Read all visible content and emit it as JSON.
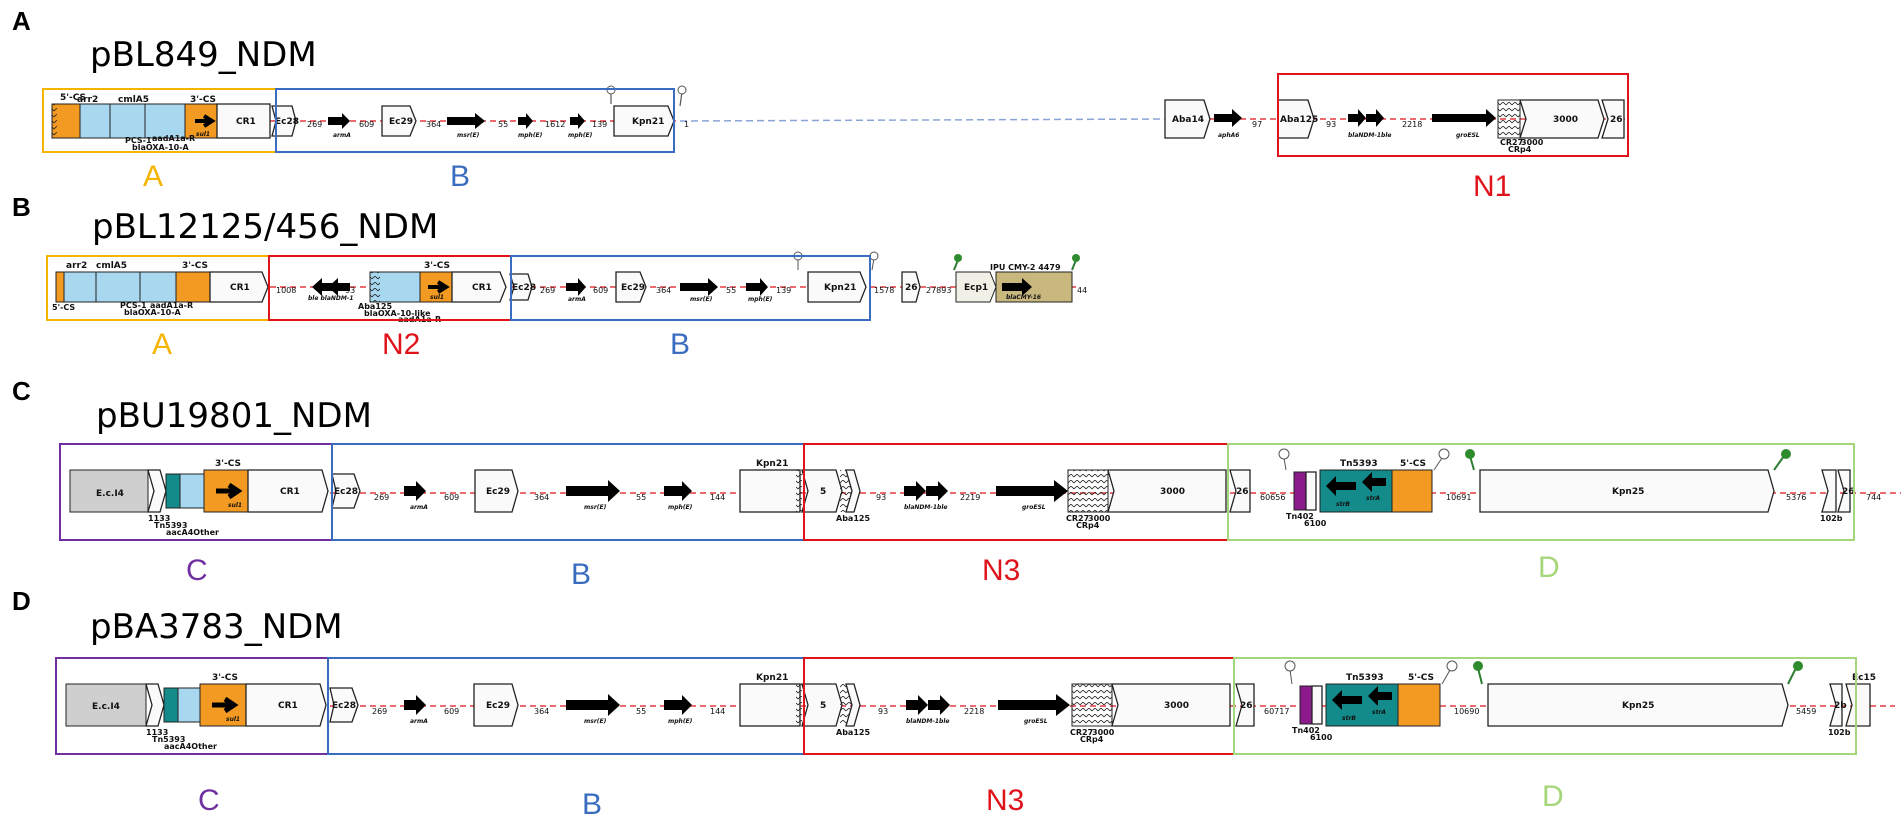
{
  "panels": [
    {
      "letter": "A",
      "plasmid": "pBL849_NDM",
      "region_labels": [
        {
          "text": "A",
          "color": "#f5b400"
        },
        {
          "text": "B",
          "color": "#3a6dbf"
        },
        {
          "text": "N1",
          "color": "#e0131b"
        }
      ],
      "genes": {
        "g1": "5'-CS",
        "g2": "arr2",
        "g3": "cmlA5",
        "g4": "3'-CS",
        "g5": "CR1",
        "g6": "Ec28",
        "g7": "Ec29",
        "g8": "Kpn21",
        "g9": "Aba14",
        "g10": "Aba125",
        "g11": "3000",
        "g12": "26",
        "g13": "PCS-1",
        "g14": "aadA1a-R",
        "g15": "blaOXA-10-A",
        "g16": "CR27",
        "g17": "3000",
        "g18": "CRp4"
      },
      "small": {
        "s1": "armA",
        "s2": "msr(E)",
        "s3": "mph(E)",
        "s4": "mph(E)",
        "s5": "sul1",
        "s6": "aphA6",
        "s7": "blaNDM-1ble",
        "s8": "groESL"
      },
      "numbers": [
        "269",
        "609",
        "364",
        "55",
        "1612",
        "139",
        "1",
        "97",
        "93",
        "2218"
      ]
    },
    {
      "letter": "B",
      "plasmid": "pBL12125/456_NDM",
      "region_labels": [
        {
          "text": "A",
          "color": "#f5b400"
        },
        {
          "text": "N2",
          "color": "#e0131b"
        },
        {
          "text": "B",
          "color": "#3a6dbf"
        }
      ],
      "genes": {
        "g1": "arr2",
        "g2": "cmlA5",
        "g3": "3'-CS",
        "g4": "CR1",
        "g5": "5'-CS",
        "g6": "PCS-1",
        "g7": "aadA1a-R",
        "g8": "blaOXA-10-A",
        "g9": "3'-CS",
        "g10": "CR1",
        "g11": "Aba125",
        "g12": "blaOXA-10-like",
        "g13": "aadA1a-R",
        "g14": "Ec28",
        "g15": "Ec29",
        "g16": "Kpn21",
        "g17": "26",
        "g18": "Ecp1",
        "g19": "IPU CMY-2 4479"
      },
      "small": {
        "s1": "ble blaNDM-1",
        "s2": "sul1",
        "s3": "armA",
        "s4": "msr(E)",
        "s5": "mph(E)",
        "s6": "blaCMY-16"
      },
      "numbers": [
        "1008",
        "93",
        "269",
        "609",
        "364",
        "55",
        "139",
        "1578",
        "27893",
        "44"
      ]
    },
    {
      "letter": "C",
      "plasmid": "pBU19801_NDM",
      "region_labels": [
        {
          "text": "C",
          "color": "#7030a0"
        },
        {
          "text": "B",
          "color": "#3a6dbf"
        },
        {
          "text": "N3",
          "color": "#e0131b"
        },
        {
          "text": "D",
          "color": "#92d050"
        }
      ],
      "genes": {
        "g1": "E.c.I4",
        "g2": "3'-CS",
        "g3": "CR1",
        "g4": "Ec28",
        "g5": "Ec29",
        "g6": "Kpn21",
        "g7": "5",
        "g8": "3000",
        "g9": "26",
        "g10": "Tn5393",
        "g11": "5'-CS",
        "g12": "Kpn25",
        "g13": "1133",
        "g14": "Tn5393",
        "g15": "aacA4Other",
        "g16": "Aba125",
        "g17": "CR27",
        "g18": "3000",
        "g19": "CRp4",
        "g20": "Tn402",
        "g21": "6100",
        "g22": "102b",
        "g23": "26"
      },
      "small": {
        "s1": "sul1",
        "s2": "armA",
        "s3": "msr(E)",
        "s4": "mph(E)",
        "s5": "blaNDM-1ble",
        "s6": "groESL",
        "s7": "strB",
        "s8": "strA"
      },
      "numbers": [
        "269",
        "609",
        "364",
        "55",
        "144",
        "93",
        "2219",
        "60656",
        "10691",
        "5376",
        "744"
      ]
    },
    {
      "letter": "D",
      "plasmid": "pBA3783_NDM",
      "region_labels": [
        {
          "text": "C",
          "color": "#7030a0"
        },
        {
          "text": "B",
          "color": "#3a6dbf"
        },
        {
          "text": "N3",
          "color": "#e0131b"
        },
        {
          "text": "D",
          "color": "#92d050"
        }
      ],
      "genes": {
        "g1": "E.c.I4",
        "g2": "3'-CS",
        "g3": "CR1",
        "g4": "Ec28",
        "g5": "Ec29",
        "g6": "Kpn21",
        "g7": "5",
        "g8": "3000",
        "g9": "26",
        "g10": "Tn5393",
        "g11": "5'-CS",
        "g12": "Kpn25",
        "g13": "Ec15",
        "g14": "1133",
        "g15": "Tn5393",
        "g16": "aacA4Other",
        "g17": "Aba125",
        "g18": "CR27",
        "g19": "3000",
        "g20": "CRp4",
        "g21": "Tn402",
        "g22": "6100",
        "g23": "102b",
        "g24": "2b"
      },
      "small": {
        "s1": "sul1",
        "s2": "armA",
        "s3": "msr(E)",
        "s4": "mph(E)",
        "s5": "blaNDM-1ble",
        "s6": "groESL",
        "s7": "strB",
        "s8": "strA"
      },
      "numbers": [
        "269",
        "609",
        "364",
        "55",
        "144",
        "93",
        "2218",
        "60717",
        "10690",
        "5459"
      ]
    }
  ]
}
